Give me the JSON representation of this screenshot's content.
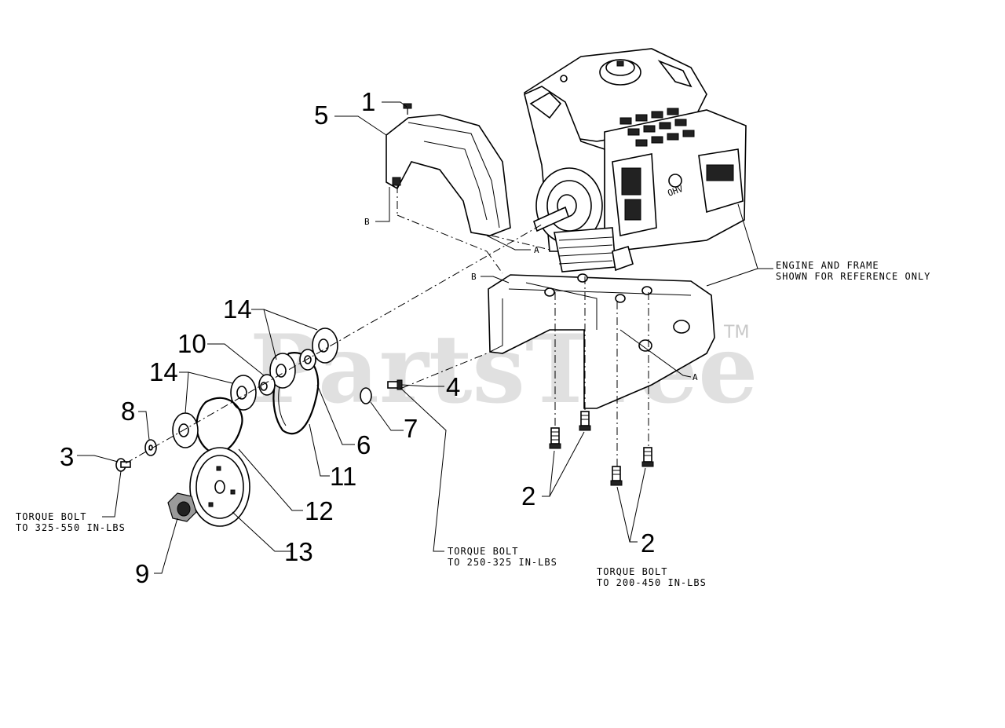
{
  "watermark": {
    "brand": "PartsTree",
    "trademark": "TM"
  },
  "callouts": {
    "c1": "1",
    "c2a": "2",
    "c2b": "2",
    "c3": "3",
    "c4": "4",
    "c5": "5",
    "c6": "6",
    "c7": "7",
    "c8": "8",
    "c9": "9",
    "c10": "10",
    "c11": "11",
    "c12": "12",
    "c13": "13",
    "c14a": "14",
    "c14b": "14"
  },
  "ref_letters": {
    "a1": "A",
    "a2": "A",
    "b1": "B",
    "b2": "B"
  },
  "notes": {
    "engine_line1": "ENGINE AND FRAME",
    "engine_line2": "SHOWN FOR REFERENCE ONLY",
    "torque3_line1": "TORQUE BOLT",
    "torque3_line2": "TO 325-550 IN-LBS",
    "torque4_line1": "TORQUE BOLT",
    "torque4_line2": "TO 250-325 IN-LBS",
    "torque2_line1": "TORQUE BOLT",
    "torque2_line2": "TO 200-450 IN-LBS"
  },
  "engine_badge": "OHV"
}
